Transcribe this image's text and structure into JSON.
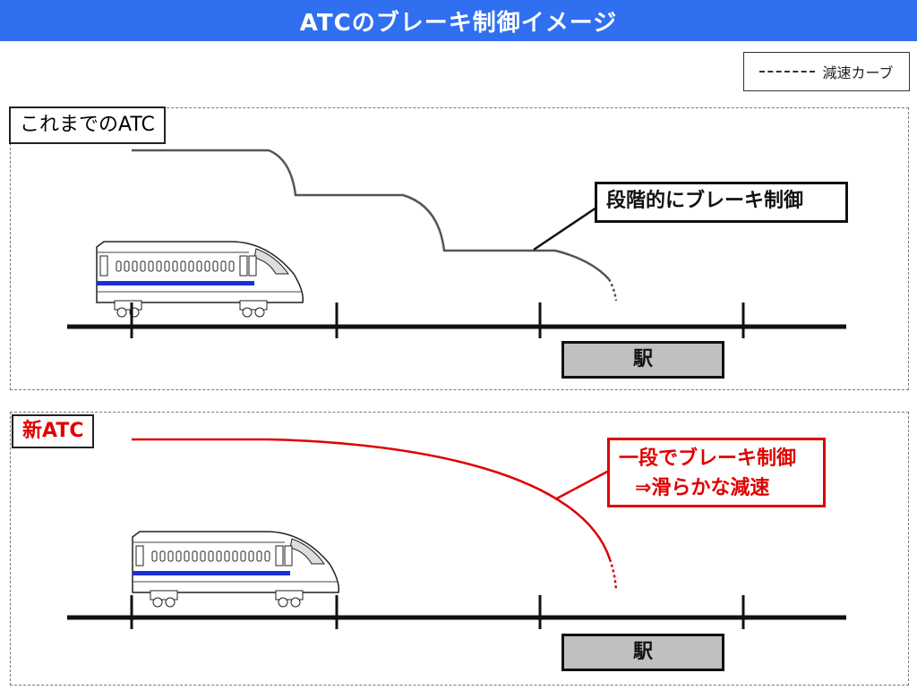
{
  "title": "ATCのブレーキ制御イメージ",
  "legend": {
    "label": "減速カーブ"
  },
  "panels": {
    "old": {
      "label": "これまでのATC",
      "callout": "段階的にブレーキ制御",
      "station": "駅"
    },
    "new": {
      "label": "新ATC",
      "callout_line1": "一段でブレーキ制御",
      "callout_line2": "⇒滑らかな減速",
      "station": "駅"
    }
  },
  "colors": {
    "title_bg": "#2f6ff0",
    "new_accent": "#e00000",
    "old_curve": "#555555",
    "train_stripe": "#1a2fd8"
  }
}
